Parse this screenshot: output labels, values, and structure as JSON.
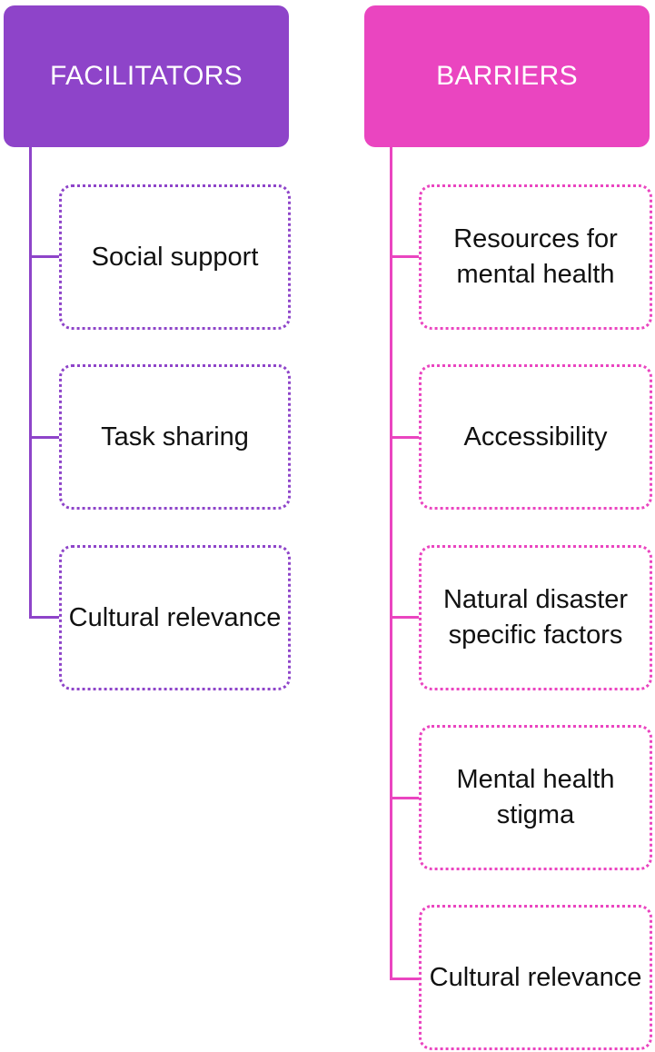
{
  "colors": {
    "facilitators": "#8e44c9",
    "barriers": "#ea45c0"
  },
  "facilitators": {
    "title": "FACILITATORS",
    "items": [
      {
        "label": "Social support"
      },
      {
        "label": "Task sharing"
      },
      {
        "label": "Cultural relevance"
      }
    ]
  },
  "barriers": {
    "title": "BARRIERS",
    "items": [
      {
        "label": "Resources for mental health"
      },
      {
        "label": "Accessibility"
      },
      {
        "label": "Natural disaster specific factors"
      },
      {
        "label": "Mental health stigma"
      },
      {
        "label": "Cultural relevance"
      }
    ]
  }
}
